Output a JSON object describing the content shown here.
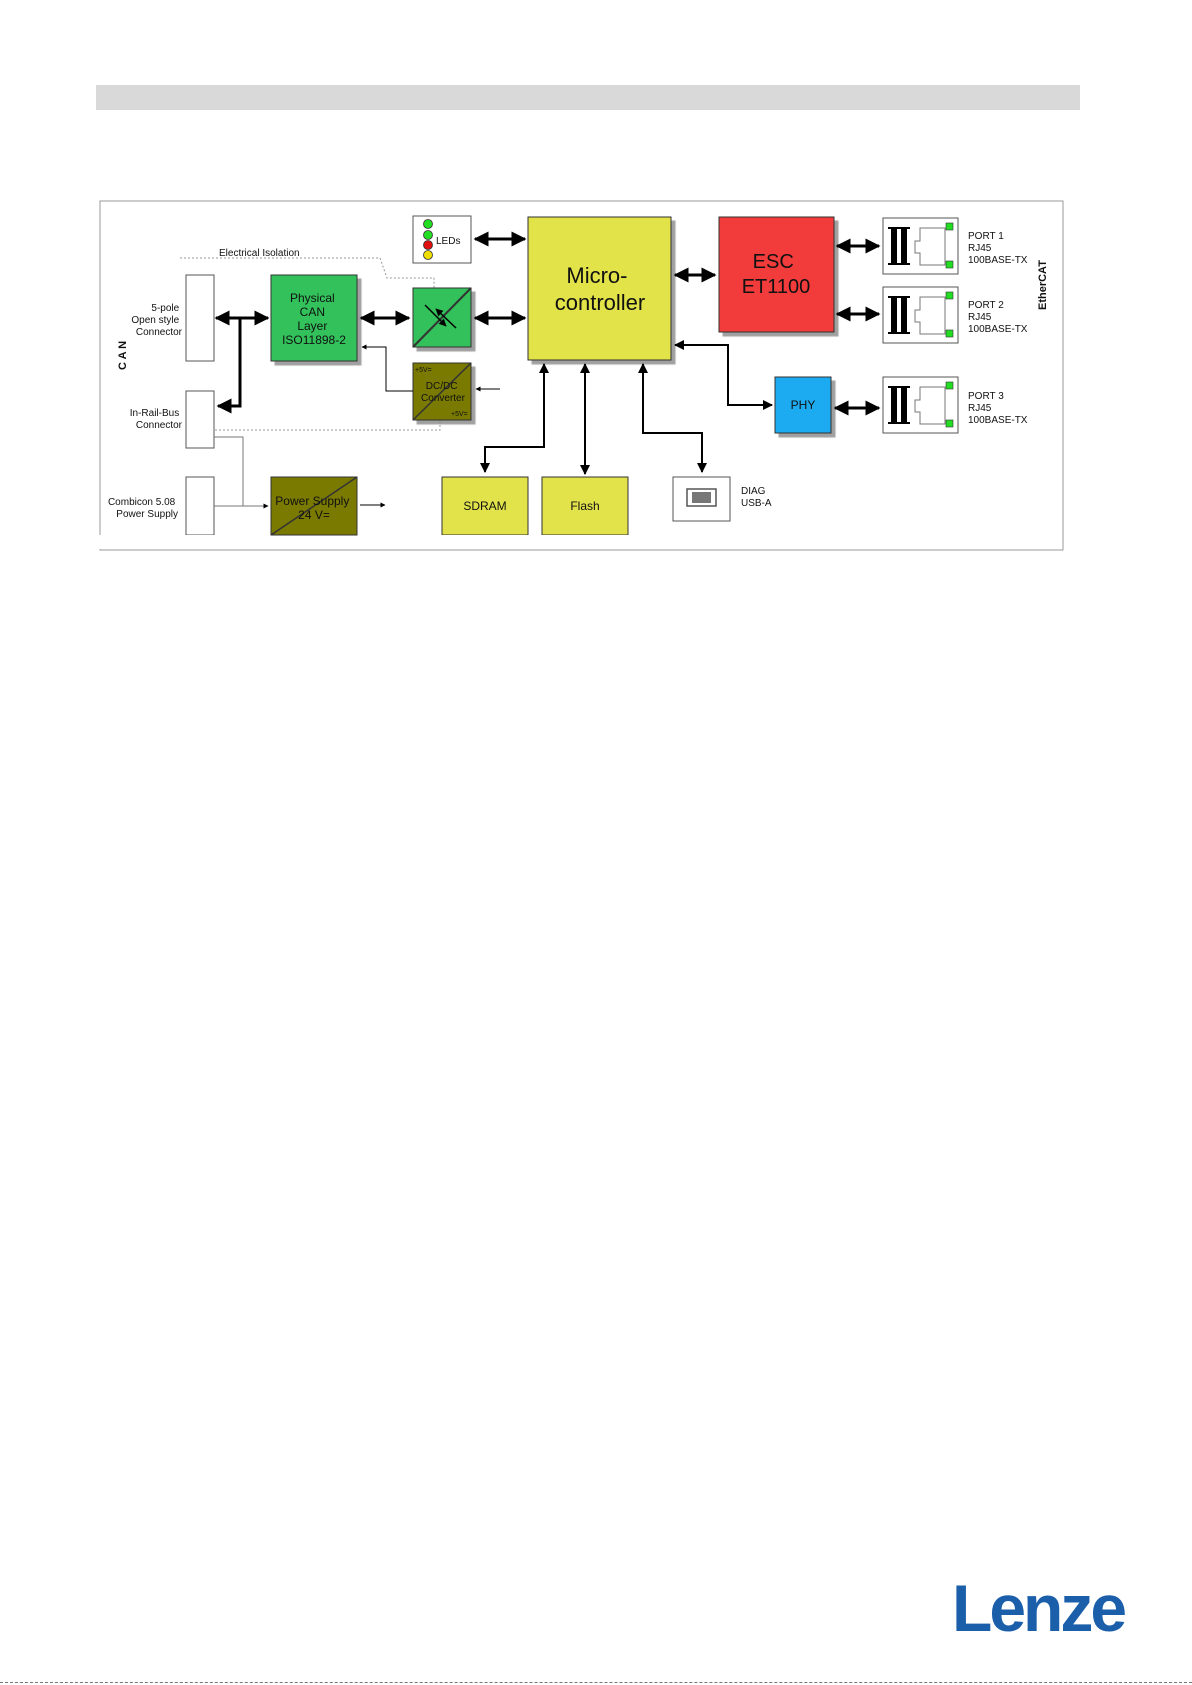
{
  "diagram": {
    "can_label": "C A N",
    "ethercat_label": "EtherCAT",
    "electrical_isolation": "Electrical Isolation",
    "connectors": {
      "five_pole": [
        "5-pole",
        "Open style",
        "Connector"
      ],
      "in_rail_bus": [
        "In-Rail-Bus",
        "Connector"
      ],
      "combicon": [
        "Combicon 5.08",
        "Power Supply"
      ]
    },
    "physical_can": [
      "Physical",
      "CAN",
      "Layer",
      "ISO11898-2"
    ],
    "dcdc": {
      "top": "+5V=",
      "lines": [
        "DC/DC",
        "Converter"
      ],
      "bottom": "+5V="
    },
    "power_supply": [
      "Power Supply",
      "24 V="
    ],
    "leds": "LEDs",
    "microcontroller": [
      "Micro-",
      "controller"
    ],
    "esc": [
      "ESC",
      "ET1100"
    ],
    "phy": "PHY",
    "sdram": "SDRAM",
    "flash": "Flash",
    "diag": [
      "DIAG",
      "USB-A"
    ],
    "ports": [
      [
        "PORT 1",
        "RJ45",
        "100BASE-TX"
      ],
      [
        "PORT 2",
        "RJ45",
        "100BASE-TX"
      ],
      [
        "PORT 3",
        "RJ45",
        "100BASE-TX"
      ]
    ],
    "colors": {
      "green": "#33c15a",
      "olive": "#7a7a00",
      "yellow": "#e2e24a",
      "red": "#f23b3b",
      "blue": "#1aabf0",
      "led_green": "#22dd22",
      "led_red": "#e01010",
      "led_yellow": "#eedd00"
    }
  },
  "logo": "Lenze"
}
